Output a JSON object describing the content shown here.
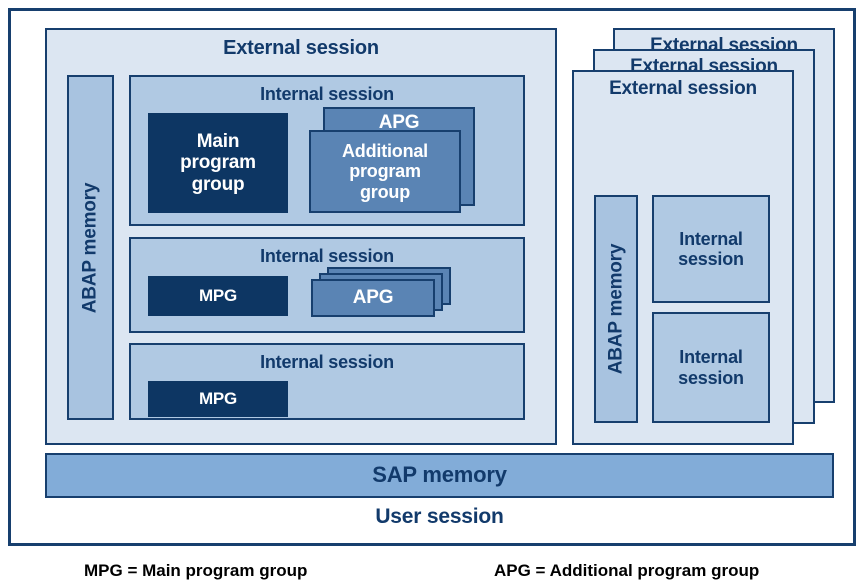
{
  "diagram": {
    "title": "SAP user session memory architecture",
    "colors": {
      "frame_border": "#173f6e",
      "external_session_bg": "#dce6f2",
      "internal_session_bg": "#b0c9e3",
      "abap_memory_bg": "#a8c3e0",
      "main_program_group_bg": "#0d3663",
      "additional_program_group_bg": "#5a84b4",
      "sap_memory_bg": "#82acd8",
      "label_navy": "#123a6b",
      "label_white": "#ffffff",
      "legend_text": "#000000",
      "page_bg": "#ffffff"
    }
  },
  "user_session": {
    "label": "User session"
  },
  "sap_memory": {
    "label": "SAP memory"
  },
  "left_external_session": {
    "label": "External session",
    "abap_memory": {
      "label": "ABAP memory"
    },
    "internal_sessions": [
      {
        "label": "Internal session",
        "main_program_group": {
          "label": "Main\nprogram\ngroup",
          "line1": "Main",
          "line2": "program",
          "line3": "group"
        },
        "apg_back": {
          "label": "APG"
        },
        "apg_front": {
          "line1": "Additional",
          "line2": "program",
          "line3": "group"
        }
      },
      {
        "label": "Internal session",
        "main_program_group": {
          "label": "MPG"
        },
        "apg_stack": {
          "label": "APG",
          "count": 3
        }
      },
      {
        "label": "Internal session",
        "main_program_group": {
          "label": "MPG"
        }
      }
    ]
  },
  "right_external_sessions": {
    "stack_labels": [
      "External session",
      "External session",
      "External session"
    ],
    "front": {
      "label": "External session",
      "abap_memory": {
        "label": "ABAP memory"
      },
      "internal_sessions": [
        {
          "line1": "Internal",
          "line2": "session"
        },
        {
          "line1": "Internal",
          "line2": "session"
        }
      ]
    }
  },
  "legend": {
    "mpg": "MPG = Main program group",
    "apg": "APG = Additional program group"
  }
}
